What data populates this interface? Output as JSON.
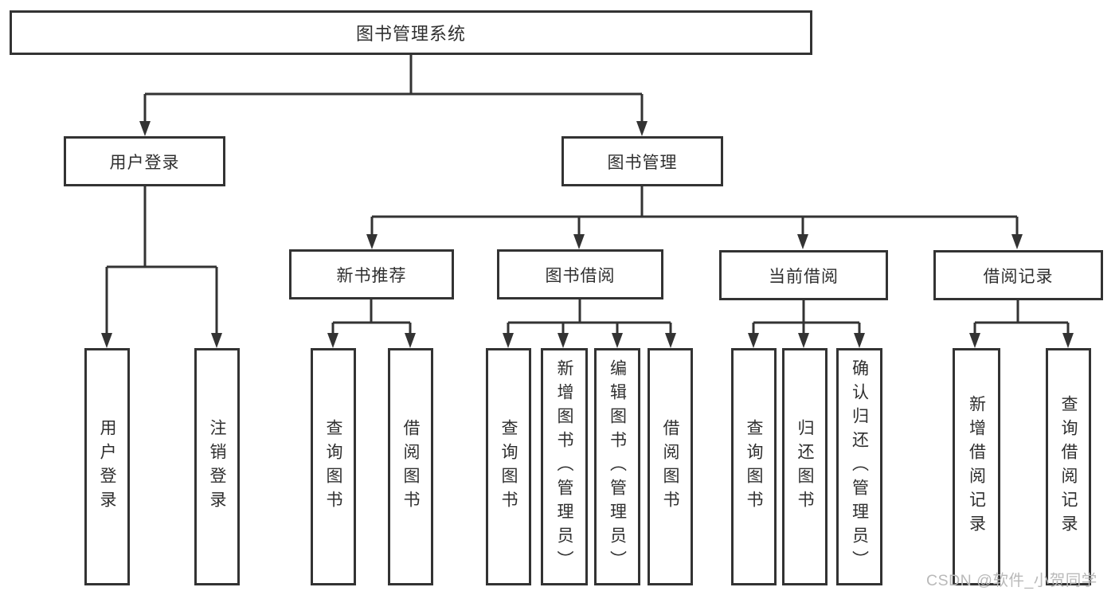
{
  "tree": {
    "label": "图书管理系统",
    "children": [
      {
        "label": "用户登录",
        "children": [
          {
            "label": "用户登录"
          },
          {
            "label": "注销登录"
          }
        ]
      },
      {
        "label": "图书管理",
        "children": [
          {
            "label": "新书推荐",
            "children": [
              {
                "label": "查询图书"
              },
              {
                "label": "借阅图书"
              }
            ]
          },
          {
            "label": "图书借阅",
            "children": [
              {
                "label": "查询图书"
              },
              {
                "label": "新增图书（管理员）"
              },
              {
                "label": "编辑图书（管理员）"
              },
              {
                "label": "借阅图书"
              }
            ]
          },
          {
            "label": "当前借阅",
            "children": [
              {
                "label": "查询图书"
              },
              {
                "label": "归还图书"
              },
              {
                "label": "确认归还（管理员）"
              }
            ]
          },
          {
            "label": "借阅记录",
            "children": [
              {
                "label": "新增借阅记录"
              },
              {
                "label": "查询借阅记录"
              }
            ]
          }
        ]
      }
    ]
  },
  "watermark": {
    "text": "CSDN @软件_小贺同学"
  },
  "colors": {
    "line": "#333333",
    "box_border": "#333333",
    "text": "#2f2f2f",
    "watermark": "#b9b9b9",
    "background": "#ffffff"
  }
}
